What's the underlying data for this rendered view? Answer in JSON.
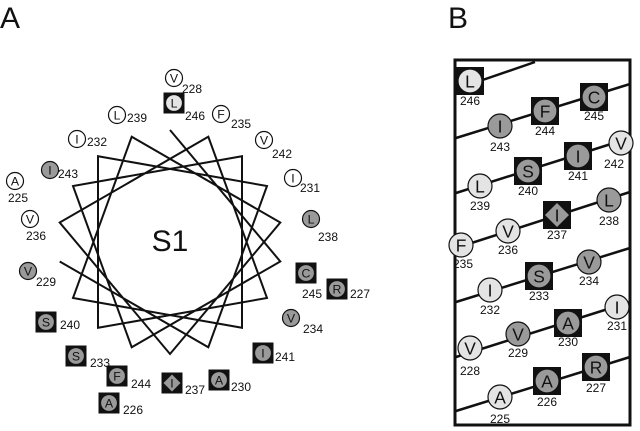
{
  "panels": {
    "a": {
      "label": "A",
      "center_label": "S1",
      "residues": [
        {
          "aa": "V",
          "num": "228",
          "style": "open"
        },
        {
          "aa": "L",
          "num": "246",
          "style": "light-square"
        },
        {
          "aa": "L",
          "num": "239",
          "style": "open"
        },
        {
          "aa": "F",
          "num": "235",
          "style": "open"
        },
        {
          "aa": "I",
          "num": "232",
          "style": "open"
        },
        {
          "aa": "V",
          "num": "242",
          "style": "open"
        },
        {
          "aa": "A",
          "num": "225",
          "style": "open"
        },
        {
          "aa": "I",
          "num": "243",
          "style": "gray"
        },
        {
          "aa": "I",
          "num": "231",
          "style": "open"
        },
        {
          "aa": "V",
          "num": "236",
          "style": "open"
        },
        {
          "aa": "L",
          "num": "238",
          "style": "gray"
        },
        {
          "aa": "V",
          "num": "229",
          "style": "gray"
        },
        {
          "aa": "C",
          "num": "245",
          "style": "gray-square"
        },
        {
          "aa": "R",
          "num": "227",
          "style": "gray-square"
        },
        {
          "aa": "V",
          "num": "234",
          "style": "gray"
        },
        {
          "aa": "S",
          "num": "240",
          "style": "gray-square"
        },
        {
          "aa": "I",
          "num": "241",
          "style": "gray-square"
        },
        {
          "aa": "S",
          "num": "233",
          "style": "gray-square"
        },
        {
          "aa": "A",
          "num": "230",
          "style": "gray-square"
        },
        {
          "aa": "F",
          "num": "244",
          "style": "gray-square"
        },
        {
          "aa": "I",
          "num": "237",
          "style": "diamond-square"
        },
        {
          "aa": "A",
          "num": "226",
          "style": "gray-square"
        }
      ]
    },
    "b": {
      "label": "B",
      "residues": [
        {
          "aa": "L",
          "num": "246",
          "style": "light-square"
        },
        {
          "aa": "I",
          "num": "243",
          "style": "gray"
        },
        {
          "aa": "F",
          "num": "244",
          "style": "gray-square"
        },
        {
          "aa": "C",
          "num": "245",
          "style": "gray-square"
        },
        {
          "aa": "V",
          "num": "242",
          "style": "light"
        },
        {
          "aa": "S",
          "num": "240",
          "style": "gray-square"
        },
        {
          "aa": "I",
          "num": "241",
          "style": "gray-square"
        },
        {
          "aa": "L",
          "num": "239",
          "style": "light"
        },
        {
          "aa": "I",
          "num": "237",
          "style": "diamond-square"
        },
        {
          "aa": "L",
          "num": "238",
          "style": "gray"
        },
        {
          "aa": "F",
          "num": "235",
          "style": "light"
        },
        {
          "aa": "V",
          "num": "236",
          "style": "light"
        },
        {
          "aa": "S",
          "num": "233",
          "style": "gray-square"
        },
        {
          "aa": "V",
          "num": "234",
          "style": "gray"
        },
        {
          "aa": "I",
          "num": "232",
          "style": "light"
        },
        {
          "aa": "A",
          "num": "230",
          "style": "gray-square"
        },
        {
          "aa": "I",
          "num": "231",
          "style": "light"
        },
        {
          "aa": "V",
          "num": "228",
          "style": "light"
        },
        {
          "aa": "V",
          "num": "229",
          "style": "gray"
        },
        {
          "aa": "A",
          "num": "226",
          "style": "gray-square"
        },
        {
          "aa": "R",
          "num": "227",
          "style": "gray-square"
        },
        {
          "aa": "A",
          "num": "225",
          "style": "light"
        }
      ]
    }
  },
  "colors": {
    "gray": "#9a9a9a",
    "light": "#e4e4e4",
    "open": "#ffffff",
    "square": "#111111",
    "line": "#111111"
  }
}
